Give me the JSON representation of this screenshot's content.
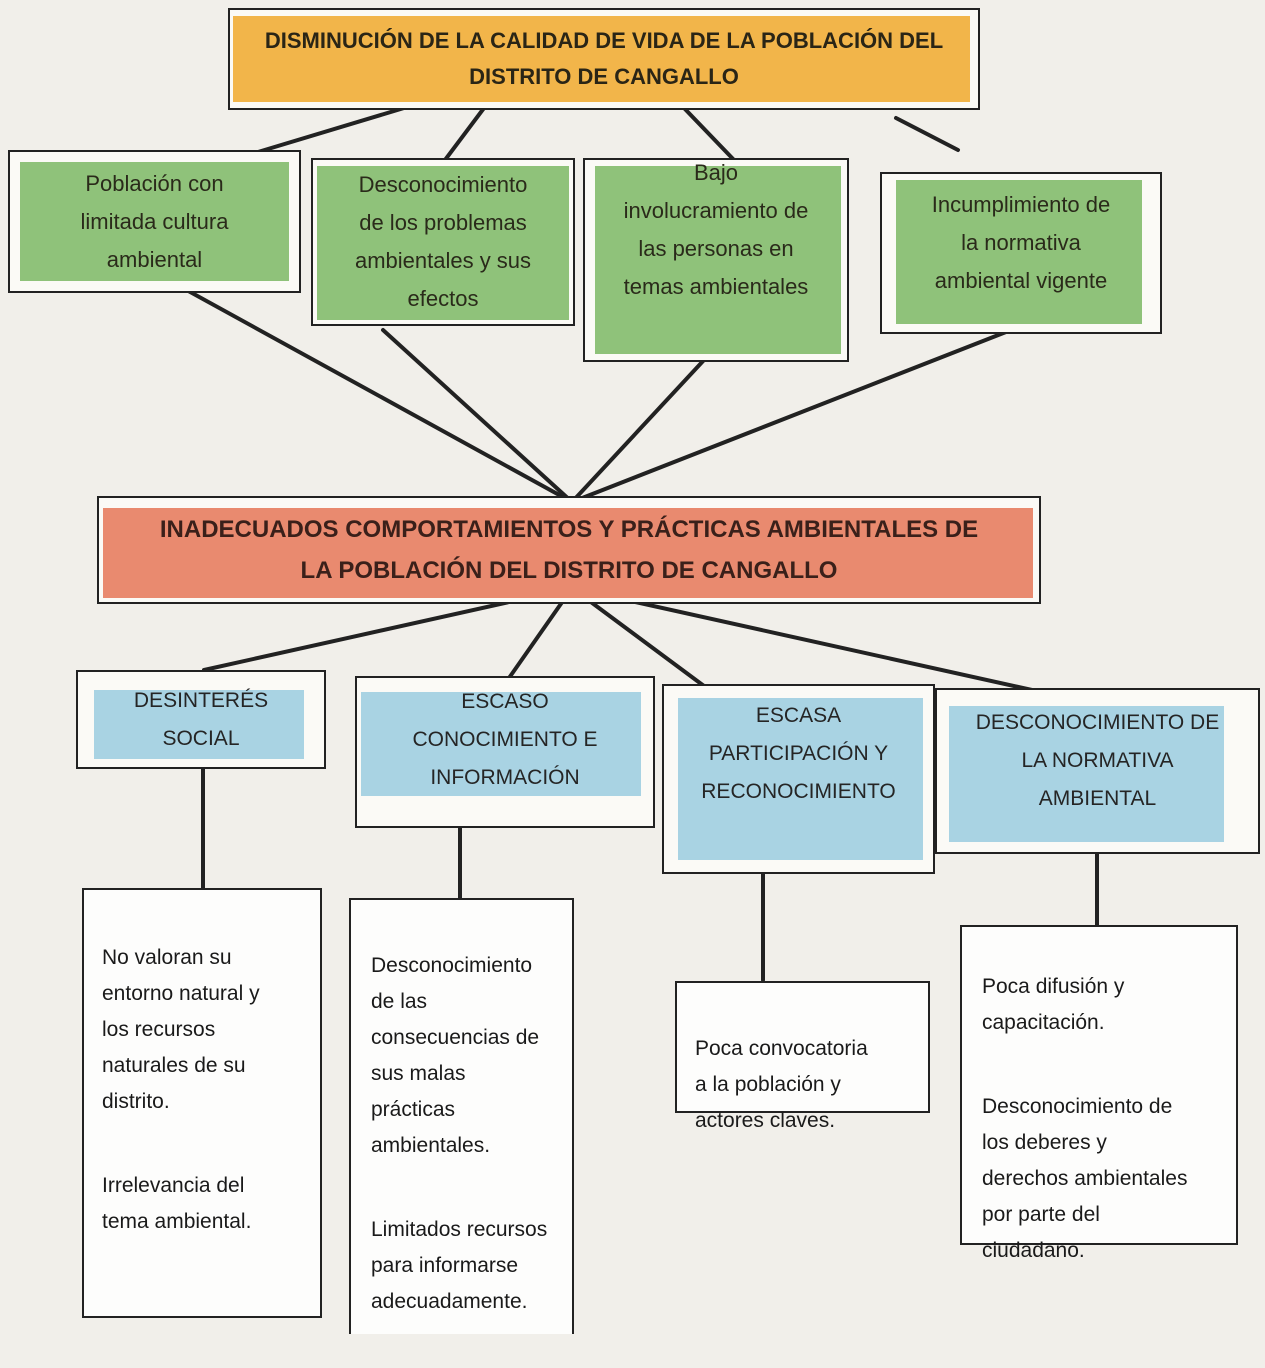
{
  "title": "DISMINUCIÓN DE LA CALIDAD DE VIDA DE LA POBLACIÓN DEL\nDISTRITO DE CANGALLO",
  "effects": [
    "Población con\nlimitada cultura\nambiental",
    "Desconocimiento\nde los problemas\nambientales y sus\nefectos",
    "Bajo\ninvolucramiento de\nlas personas en\ntemas ambientales",
    "Incumplimiento de\nla normativa\nambiental vigente"
  ],
  "central_problem": "INADECUADOS COMPORTAMIENTOS Y PRÁCTICAS AMBIENTALES DE\nLA POBLACIÓN DEL DISTRITO DE CANGALLO",
  "causes": [
    "DESINTERÉS\nSOCIAL",
    "ESCASO\nCONOCIMIENTO E\nINFORMACIÓN",
    "ESCASA\nPARTICIPACIÓN Y\nRECONOCIMIENTO",
    "DESCONOCIMIENTO DE\nLA NORMATIVA\nAMBIENTAL"
  ],
  "subcauses": [
    [
      "No valoran su\nentorno natural y\nlos recursos\nnaturales de su\ndistrito.",
      "Irrelevancia del\ntema ambiental."
    ],
    [
      "Desconocimiento\nde las\nconsecuencias de\nsus malas\nprácticas\nambientales.",
      "Limitados recursos\npara informarse\nadecuadamente."
    ],
    [
      "Poca convocatoria\na la población y\nactores claves."
    ],
    [
      "Poca difusión y\ncapacitación.",
      "Desconocimiento de\nlos deberes y\nderechos ambientales\npor parte del\nciudadano."
    ]
  ],
  "colors": {
    "title_fill": "#f2b54a",
    "effect_fill": "#8fc27a",
    "problem_fill": "#e98a6f",
    "cause_fill": "#a9d3e3",
    "line": "#222222"
  }
}
